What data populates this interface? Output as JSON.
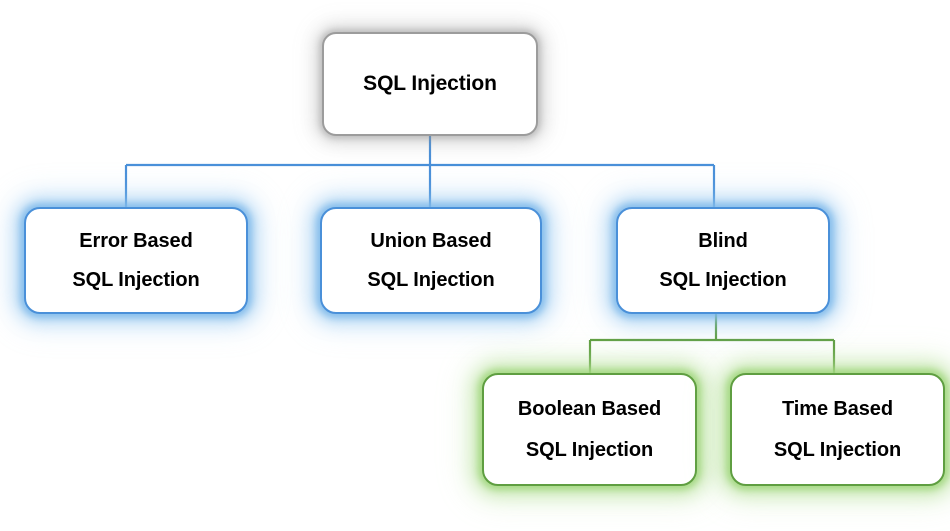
{
  "diagram": {
    "title": "SQL Injection",
    "type": "tree",
    "background_color": "#ffffff",
    "levels": [
      {
        "level": 1,
        "accent_color": "#9c9c9c",
        "glow_color": "#8c8c8c",
        "nodes": [
          {
            "id": "root",
            "line1": "SQL Injection",
            "line2": ""
          }
        ]
      },
      {
        "level": 2,
        "accent_color": "#4a90d9",
        "glow_color": "#7ab7e9",
        "connector_color": "#4a90d9",
        "nodes": [
          {
            "id": "error",
            "line1": "Error Based",
            "line2": "SQL Injection"
          },
          {
            "id": "union",
            "line1": "Union Based",
            "line2": "SQL Injection"
          },
          {
            "id": "blind",
            "line1": "Blind",
            "line2": "SQL Injection"
          }
        ]
      },
      {
        "level": 3,
        "accent_color": "#5f9e41",
        "glow_color": "#a0d67d",
        "connector_color": "#5f9e41",
        "parent": "blind",
        "nodes": [
          {
            "id": "boolean",
            "line1": "Boolean Based",
            "line2": "SQL Injection"
          },
          {
            "id": "time",
            "line1": "Time Based",
            "line2": "SQL Injection"
          }
        ]
      }
    ],
    "edges": [
      {
        "from": "root",
        "to": "error",
        "color": "#4a90d9"
      },
      {
        "from": "root",
        "to": "union",
        "color": "#4a90d9"
      },
      {
        "from": "root",
        "to": "blind",
        "color": "#4a90d9"
      },
      {
        "from": "blind",
        "to": "boolean",
        "color": "#5f9e41"
      },
      {
        "from": "blind",
        "to": "time",
        "color": "#5f9e41"
      }
    ]
  }
}
